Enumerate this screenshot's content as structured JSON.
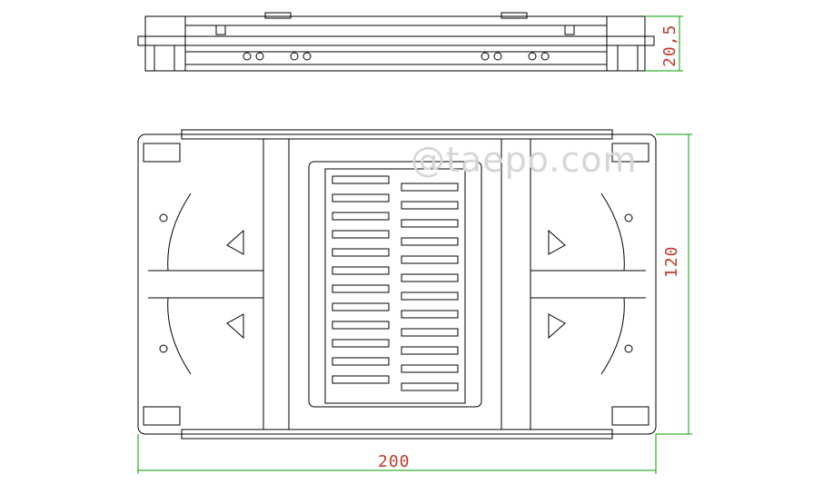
{
  "drawing": {
    "watermark": "@taepo.com",
    "dimensions": {
      "width": "200",
      "height": "120",
      "thickness": "20,5"
    },
    "colors": {
      "outline": "#000000",
      "dimension_line": "#00a000",
      "dimension_text": "#c0392b",
      "watermark": "#d6d6d6"
    },
    "splice_slots": 12
  }
}
